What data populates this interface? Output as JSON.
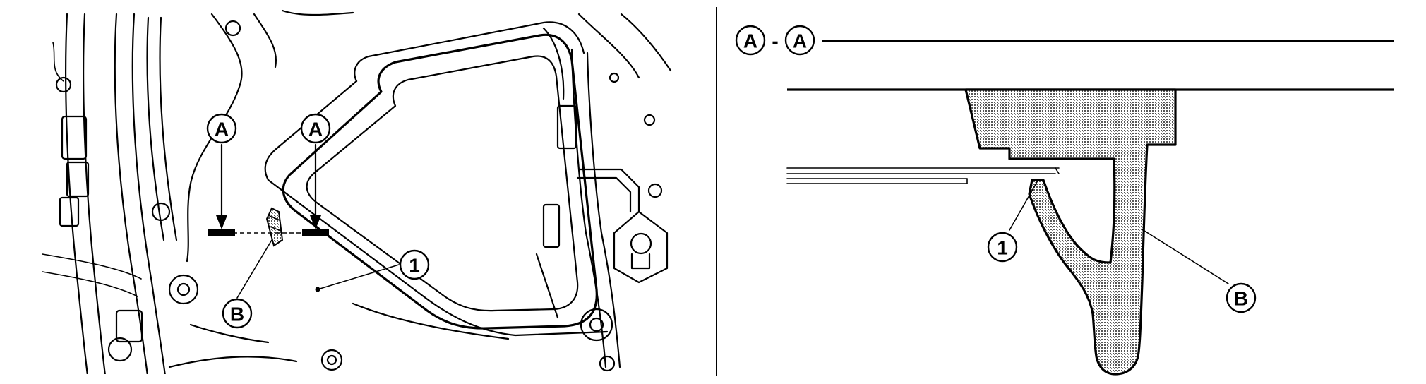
{
  "callouts": {
    "section_a_left": "A",
    "section_a_right": "A",
    "part_1_left": "1",
    "part_b_left": "B",
    "section_title_a1": "A",
    "section_title_dash": "-",
    "section_title_a2": "A",
    "part_1_right": "1",
    "part_b_right": "B"
  },
  "colors": {
    "line": "#000000",
    "background": "#ffffff",
    "section_fill": "#b9b9b9"
  }
}
